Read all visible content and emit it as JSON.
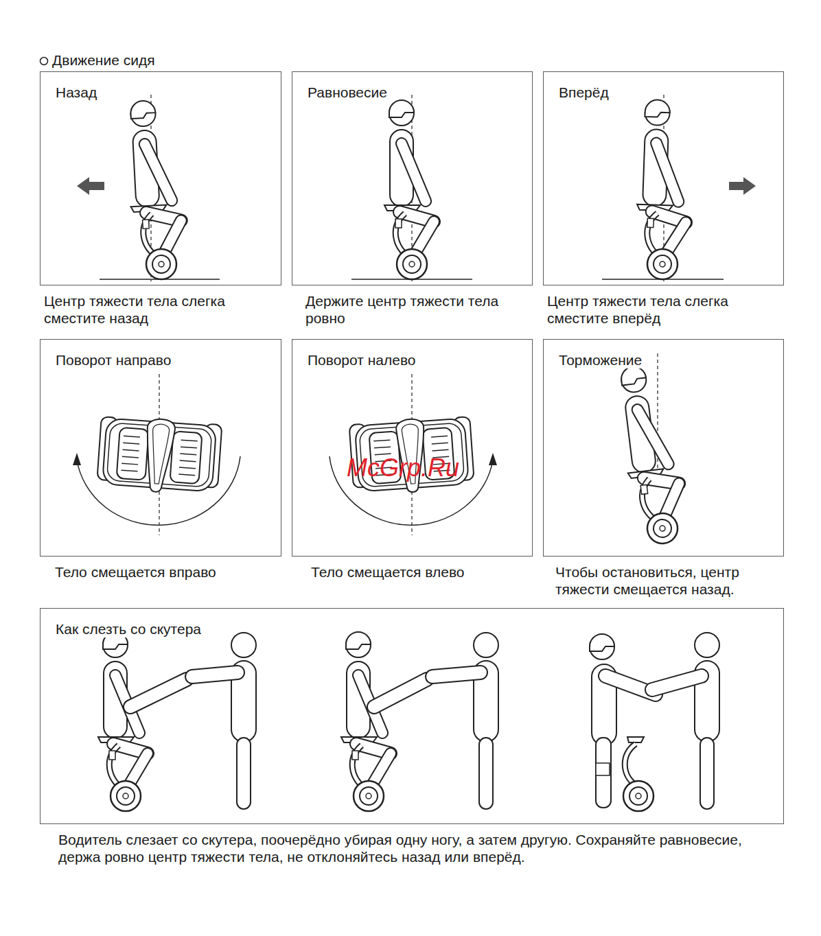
{
  "diagram": {
    "title": "Движение сидя",
    "nodes": [
      {
        "text": [
          "Назад",
          "Центр тяжести тела слегка сместите назад"
        ]
      },
      {
        "text": [
          "Равновесие",
          "Держите центр тяжести тела ровно"
        ]
      },
      {
        "text": [
          "Вперёд",
          "Центр тяжести тела слегка сместите вперёд"
        ]
      },
      {
        "text": [
          "Поворот направо",
          "Тело смещается вправо"
        ]
      },
      {
        "text": [
          "Поворот налево",
          "Тело смещается влево"
        ]
      },
      {
        "text": [
          "Торможение",
          "Чтобы остановиться, центр тяжести смещается назад."
        ]
      },
      {
        "text": [
          "Как слезть со скутера",
          "Водитель слезает со скутера, поочерёдно убирая одну ногу, а затем другую. Сохраняйте равновесие, держа ровно центр тяжести тела, не отклоняйтесь назад или вперёд."
        ]
      }
    ],
    "edges": [],
    "labels": [
      "McGrp.Ru"
    ]
  }
}
